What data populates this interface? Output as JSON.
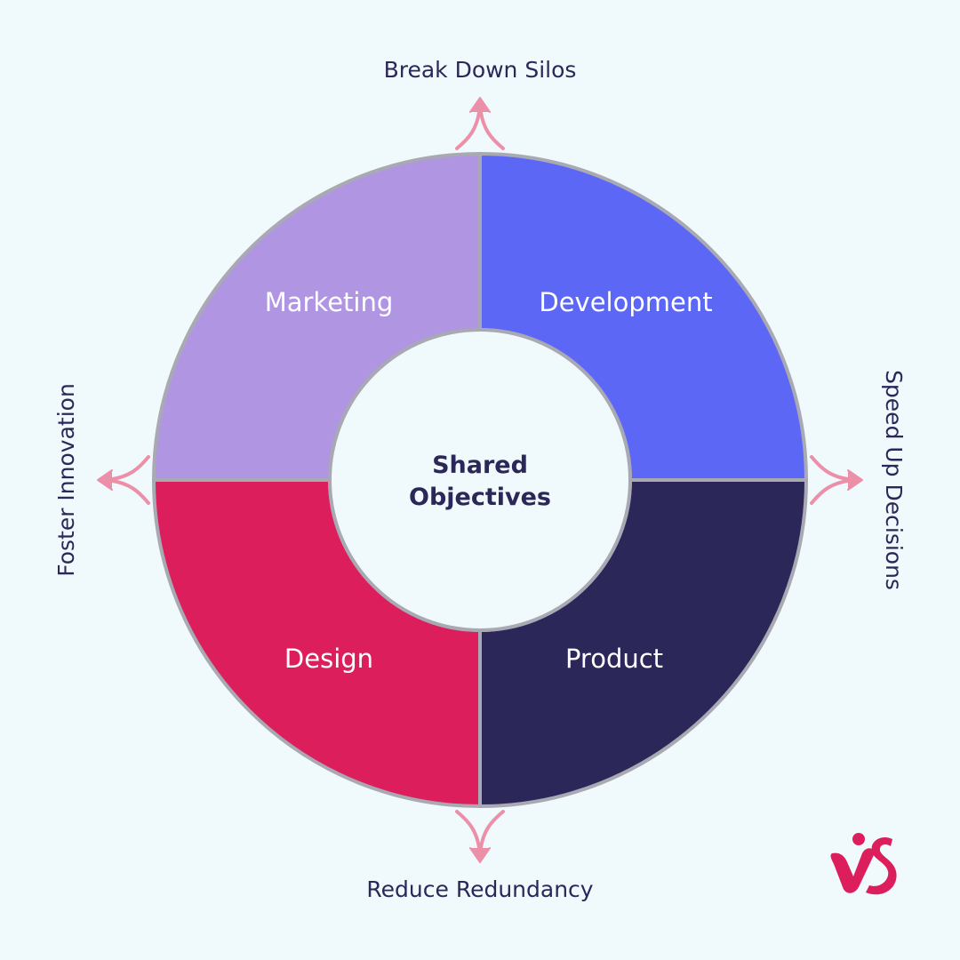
{
  "center": {
    "line1": "Shared",
    "line2": "Objectives"
  },
  "segments": {
    "marketing": "Marketing",
    "development": "Development",
    "design": "Design",
    "product": "Product"
  },
  "outcomes": {
    "top": "Break Down Silos",
    "right": "Speed Up Decisions",
    "bottom": "Reduce Redundancy",
    "left": "Foster Innovation"
  },
  "colors": {
    "background": "#f0fafc",
    "marketing": "#b096e2",
    "development": "#5d67f6",
    "design": "#dd1e5c",
    "product": "#2b2759",
    "arrow": "#ec8fa9",
    "border": "#a9a9b3",
    "text_dark": "#2b2759",
    "logo": "#dd1e5c"
  },
  "logo": {
    "icon": "vs-brand-logo"
  }
}
